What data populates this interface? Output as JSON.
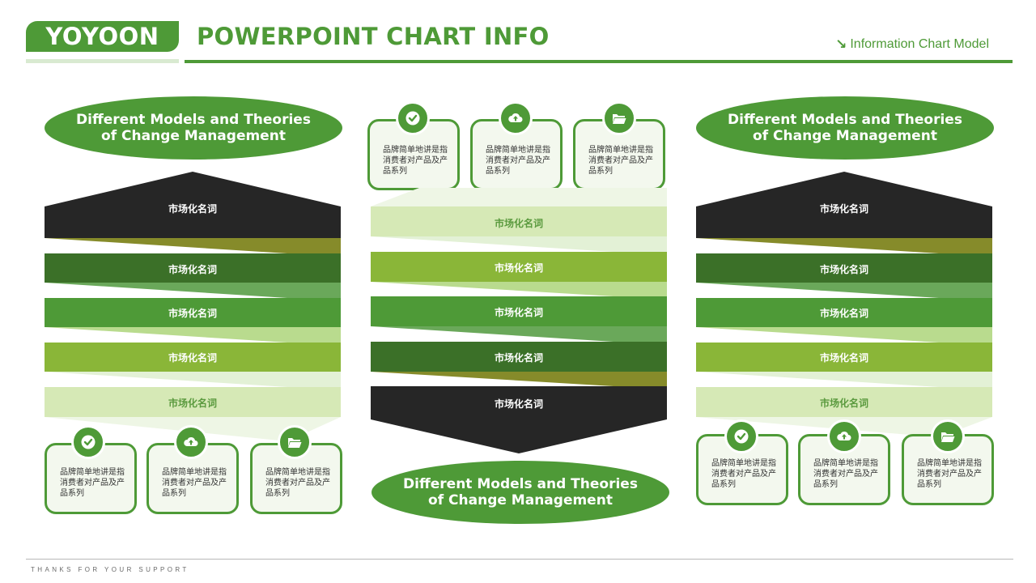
{
  "header": {
    "logo": "YOYOON",
    "title": "POWERPOINT CHART INFO",
    "right_label": "Information Chart Model",
    "right_icon": "arrow-down-right-icon"
  },
  "footer": {
    "text": "THANKS FOR YOUR SUPPORT"
  },
  "colors": {
    "primary": "#4e9a37",
    "dark": "#262626",
    "olive": "#868b2a",
    "forest": "#3b7028",
    "lime": "#8ab638",
    "pale": "#d6e9b6"
  },
  "left": {
    "oval": "Different Models and Theories of Change Management",
    "bands": [
      "市场化名词",
      "市场化名词",
      "市场化名词",
      "市场化名词",
      "市场化名词"
    ],
    "cards": [
      {
        "text": "品牌简单地讲是指消费者对产品及产品系列",
        "icon": "check-circle-icon"
      },
      {
        "text": "品牌简单地讲是指消费者对产品及产品系列",
        "icon": "cloud-upload-icon"
      },
      {
        "text": "品牌简单地讲是指消费者对产品及产品系列",
        "icon": "folder-open-icon"
      }
    ]
  },
  "middle": {
    "oval": "Different Models and Theories of Change Management",
    "bands": [
      "市场化名词",
      "市场化名词",
      "市场化名词",
      "市场化名词",
      "市场化名词"
    ],
    "cards": [
      {
        "text": "品牌简单地讲是指消费者对产品及产品系列",
        "icon": "check-circle-icon"
      },
      {
        "text": "品牌简单地讲是指消费者对产品及产品系列",
        "icon": "cloud-upload-icon"
      },
      {
        "text": "品牌简单地讲是指消费者对产品及产品系列",
        "icon": "folder-open-icon"
      }
    ]
  },
  "right": {
    "oval": "Different Models and Theories of Change Management",
    "bands": [
      "市场化名词",
      "市场化名词",
      "市场化名词",
      "市场化名词",
      "市场化名词"
    ],
    "cards": [
      {
        "text": "品牌简单地讲是指消费者对产品及产品系列",
        "icon": "check-circle-icon"
      },
      {
        "text": "品牌简单地讲是指消费者对产品及产品系列",
        "icon": "cloud-upload-icon"
      },
      {
        "text": "品牌简单地讲是指消费者对产品及产品系列",
        "icon": "folder-open-icon"
      }
    ]
  }
}
